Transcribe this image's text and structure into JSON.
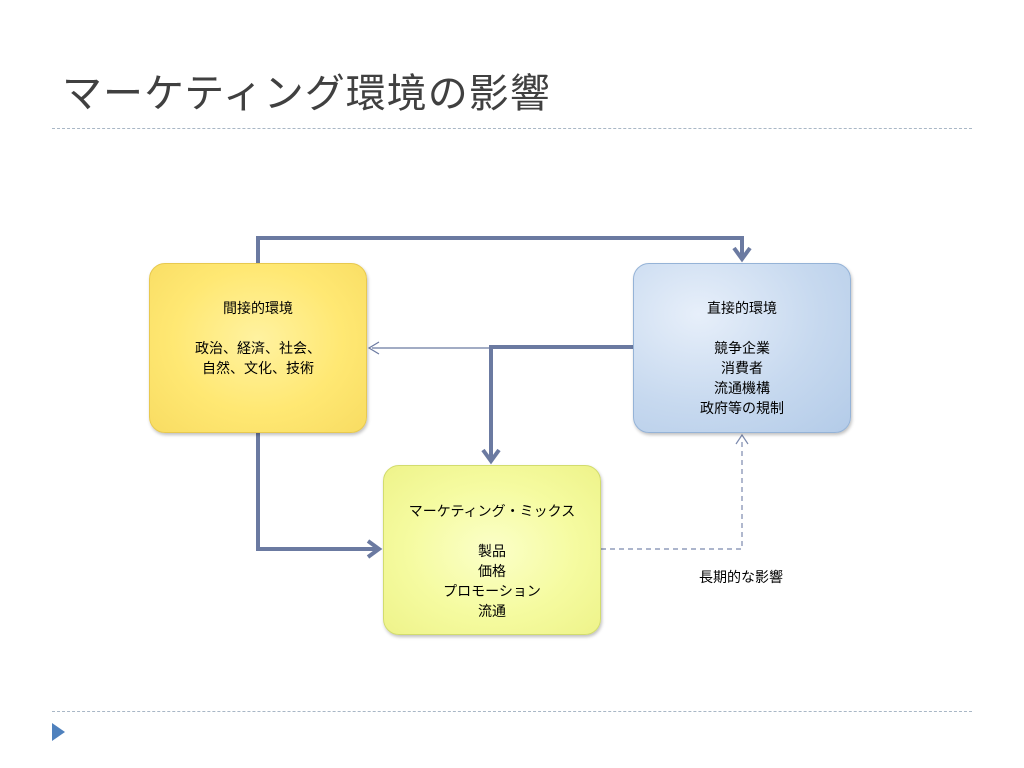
{
  "slide": {
    "title": "マーケティング環境の影響"
  },
  "boxes": {
    "indirect": {
      "heading": "間接的環境",
      "lines": [
        "政治、経済、社会、",
        "自然、文化、技術"
      ]
    },
    "direct": {
      "heading": "直接的環境",
      "lines": [
        "競争企業",
        "消費者",
        "流通機構",
        "政府等の規制"
      ]
    },
    "mix": {
      "heading": "マーケティング・ミックス",
      "lines": [
        "製品",
        "価格",
        "プロモーション",
        "流通"
      ]
    }
  },
  "annotation": {
    "long_term": "長期的な影響"
  },
  "colors": {
    "title_text": "#404040",
    "connector": "#6b7aa1",
    "bullet": "#4f81bd",
    "indirect_fill": "#ffe873",
    "direct_fill": "#c7d9ef",
    "mix_fill": "#f5fba0"
  }
}
